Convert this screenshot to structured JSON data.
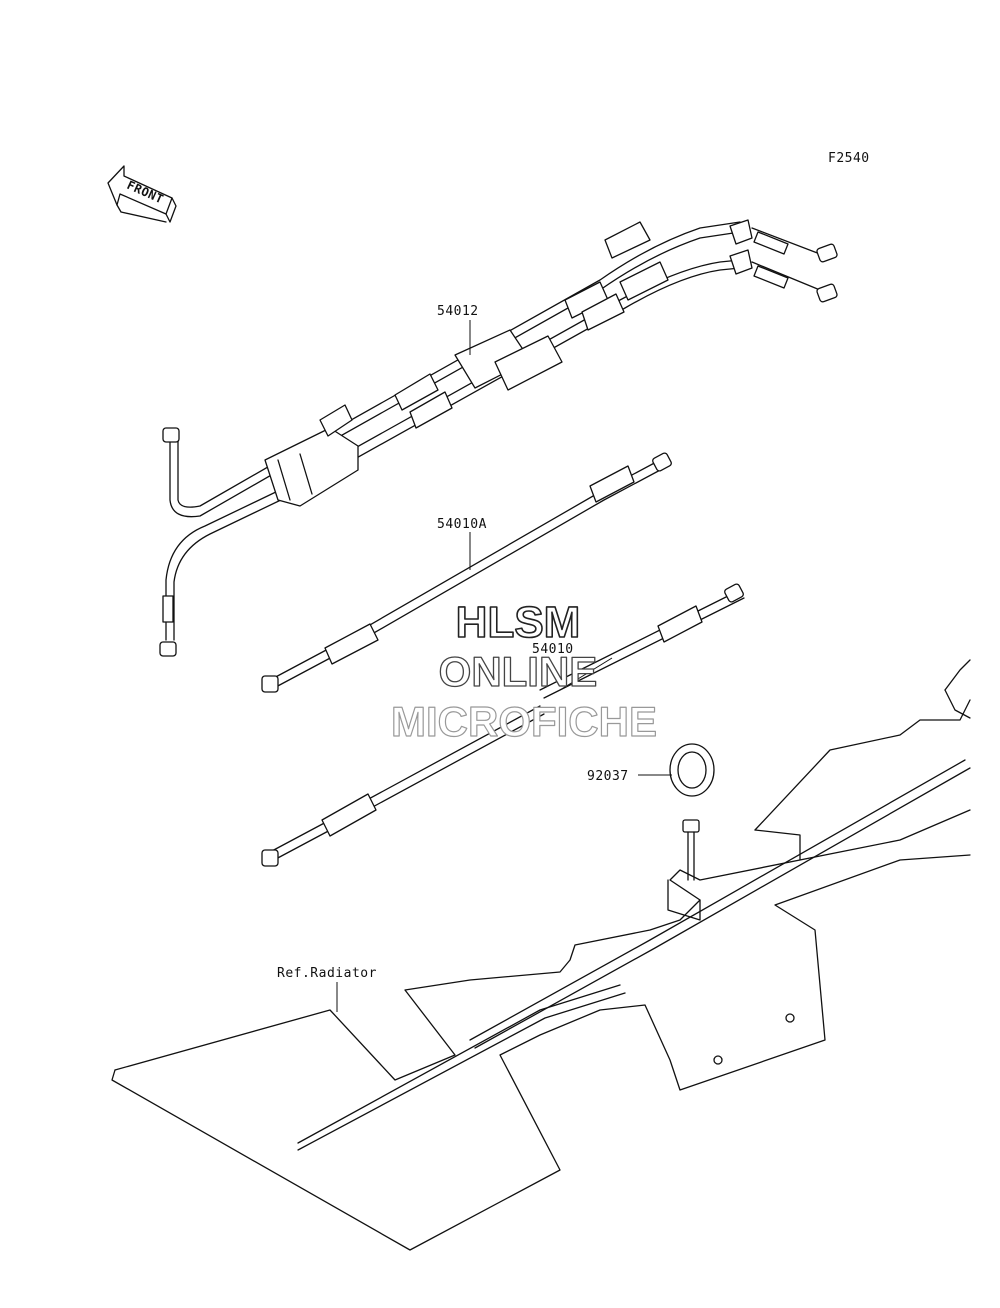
{
  "figure_id": "F2540",
  "front_arrow": {
    "text": "FRONT"
  },
  "watermark": {
    "line1": "HLSM",
    "line2": "ONLINE",
    "line3": "MICROFICHE"
  },
  "parts": [
    {
      "number": "54012"
    },
    {
      "number": "54010A"
    },
    {
      "number": "54010"
    },
    {
      "number": "92037"
    }
  ],
  "reference": {
    "text": "Ref.Radiator"
  }
}
